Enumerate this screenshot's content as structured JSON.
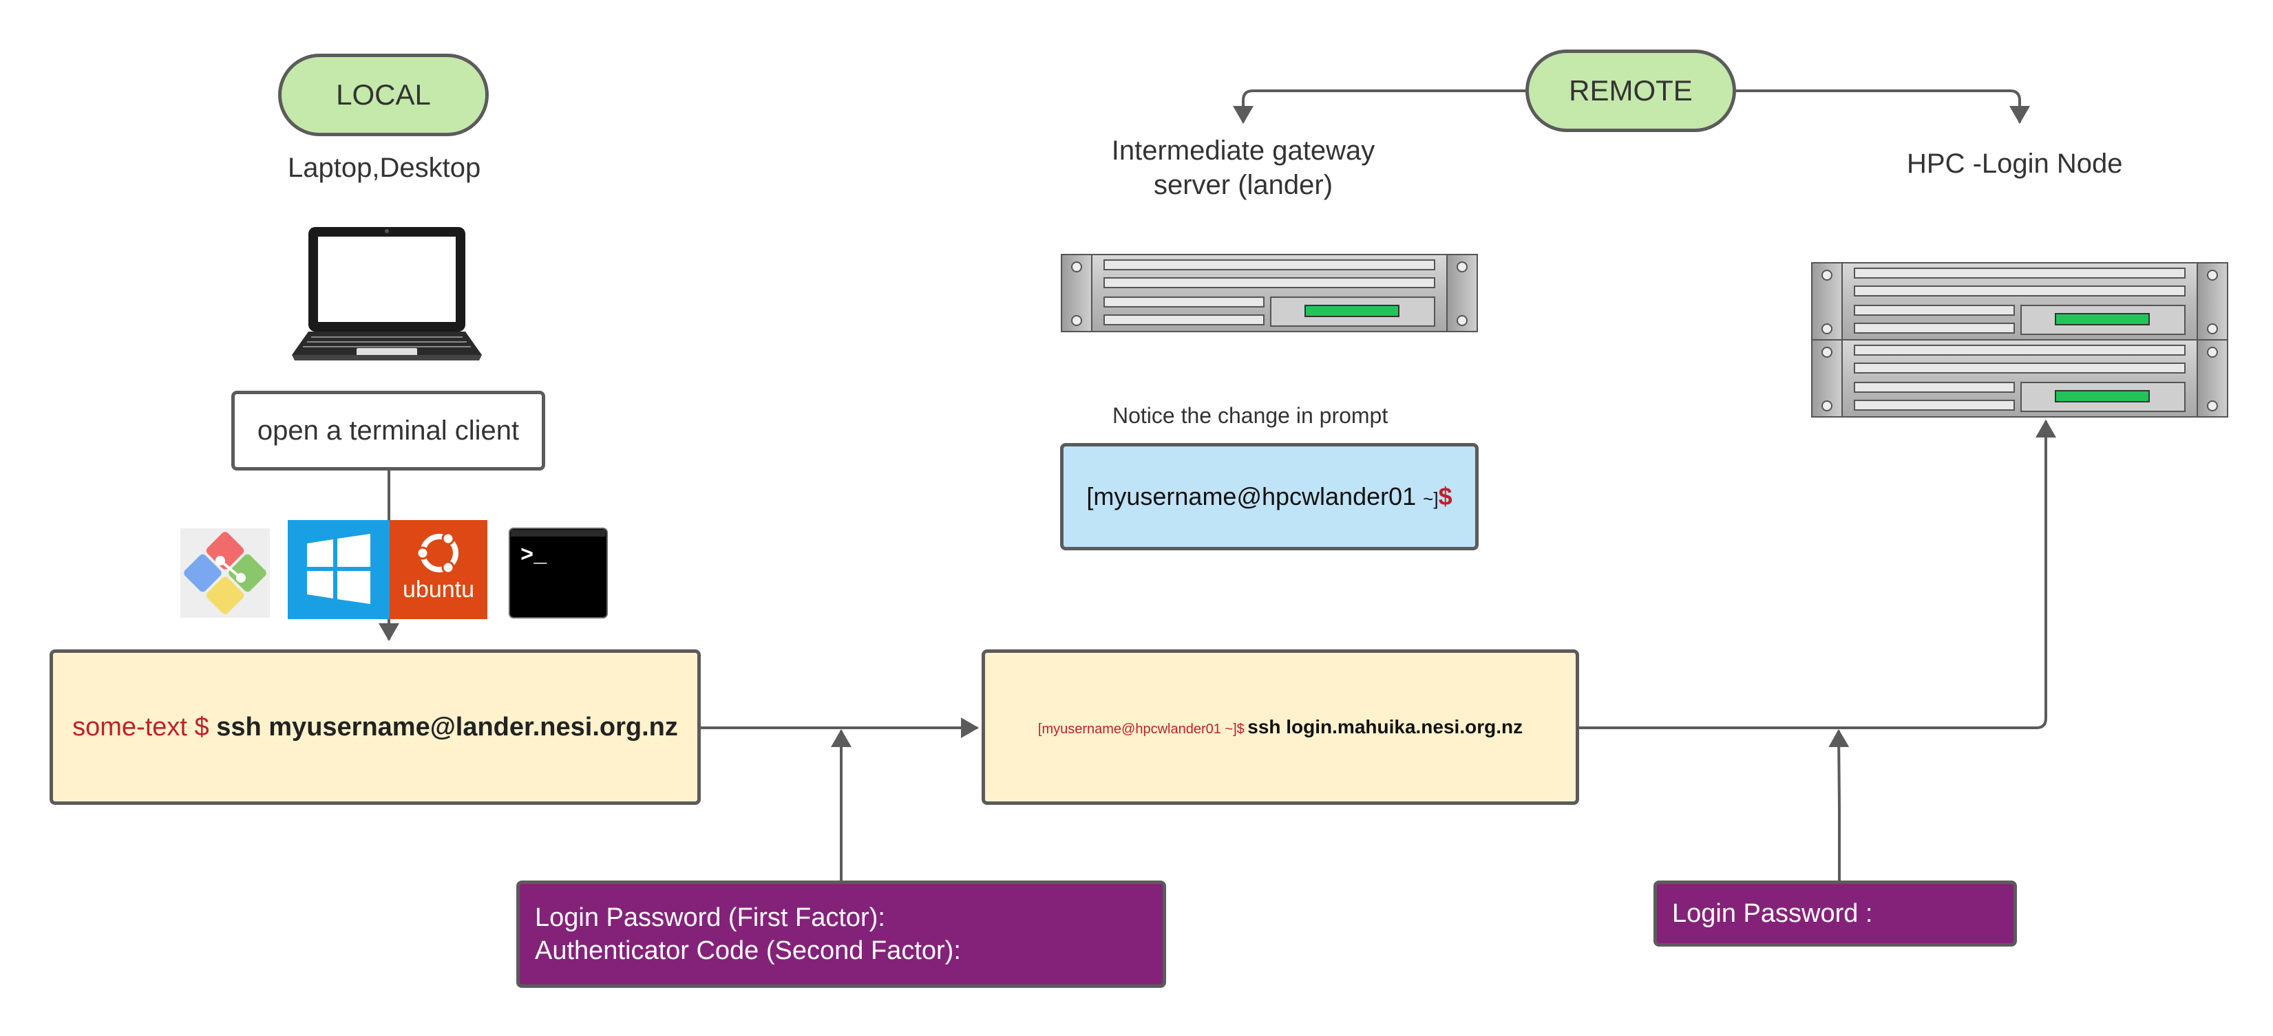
{
  "local": {
    "label": "LOCAL",
    "device_label": "Laptop,Desktop",
    "terminal_label": "open a terminal client",
    "command_prefix": "some-text $",
    "command": "ssh myusername@lander.nesi.org.nz"
  },
  "remote": {
    "label": "REMOTE",
    "gateway_label": "Intermediate gateway\nserver (lander)",
    "hpc_label": "HPC -Login Node",
    "notice_label": "Notice the change in prompt",
    "prompt_text": "[myusername@hpcwlander01",
    "prompt_tilde": "~]",
    "prompt_dollar": "$",
    "gateway_cmd_prompt": "[myusername@hpcwlander01 ~]$",
    "gateway_cmd": "ssh login.mahuika.nesi.org.nz"
  },
  "auth": {
    "first_box_line1": "Login Password (First Factor):",
    "first_box_line2": "Authenticator Code (Second Factor):",
    "second_box": "Login Password :"
  },
  "os_icons": {
    "ubuntu_text": "ubuntu",
    "terminal_text": ">_"
  },
  "colors": {
    "pill_green": "#c5e8ab",
    "command_box": "#fff2cc",
    "prompt_box": "#bfe3f7",
    "purple_box": "#84227a",
    "red_text": "#c0202e",
    "line": "#5b5b5b"
  }
}
